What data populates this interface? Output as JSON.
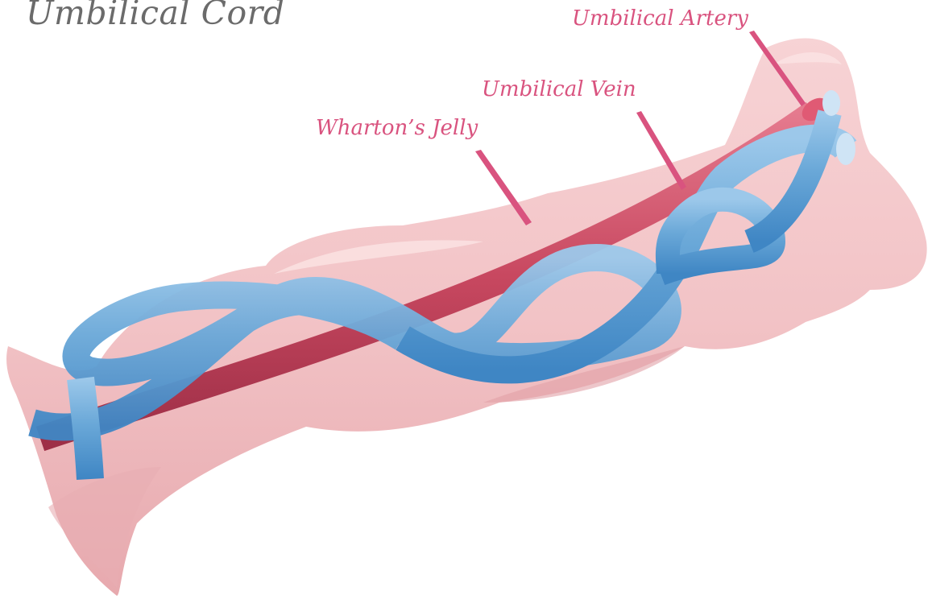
{
  "title": "Umbilical Cord",
  "labels": {
    "artery": "Umbilical Artery",
    "vein": "Umbilical Vein",
    "jelly": "Wharton’s Jelly"
  },
  "colors": {
    "title": "#6b6b6b",
    "label": "#d9537f",
    "jelly": "#f2c3c6",
    "vein": "#6aa8d8",
    "artery": "#c84860"
  }
}
